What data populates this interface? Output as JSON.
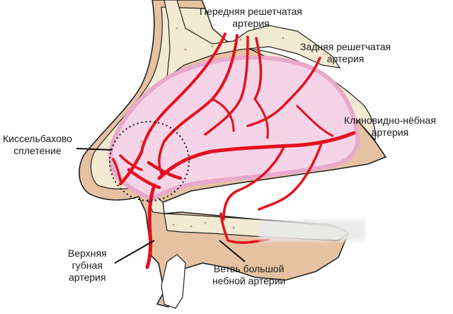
{
  "labels": {
    "anterior_ethmoidal": [
      "Передняя решетчатая",
      "артерия"
    ],
    "posterior_ethmoidal": [
      "Задняя решетчатая",
      "артерия"
    ],
    "sphenopalatine": [
      "Клиновидно-нёбная",
      "артерия"
    ],
    "kiesselbach": [
      "Кисcельбахово",
      "сплетение"
    ],
    "superior_labial": [
      "Верхняя",
      "губная",
      "артерия"
    ],
    "greater_palatine": [
      "Ветвь большой",
      "небной артерии"
    ]
  },
  "colors": {
    "artery": "#e2121d",
    "mucosa": "#f6d4e8",
    "mucosa_edge": "#e7a9cc",
    "bone": "#f2ead2",
    "skin": "#e6c2a2",
    "outline": "#222222"
  }
}
